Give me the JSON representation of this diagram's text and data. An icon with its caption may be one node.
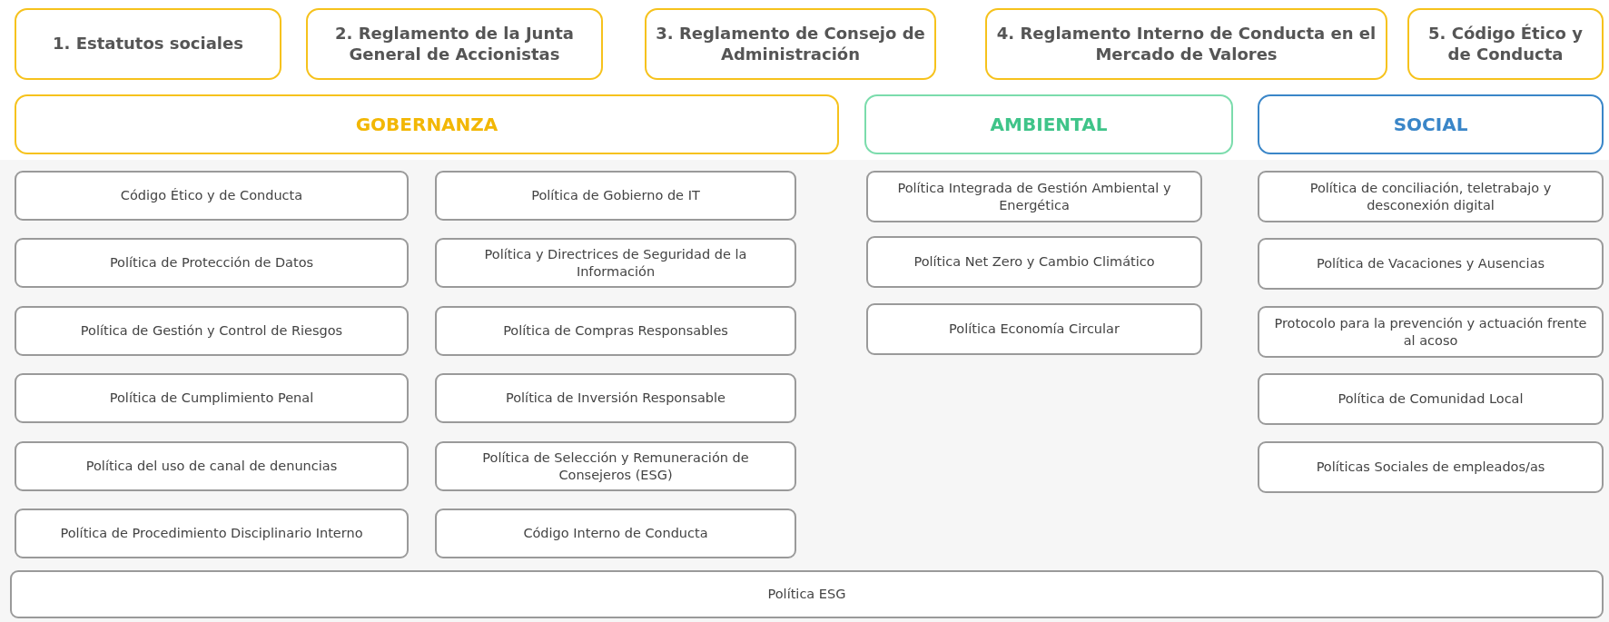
{
  "diagram": {
    "nodes": [
      {
        "text": [
          "1.  Estatutos sociales"
        ]
      },
      {
        "text": [
          "2. Reglamento de la Junta General de Accionistas"
        ]
      },
      {
        "text": [
          "3. Reglamento de Consejo de Administración"
        ]
      },
      {
        "text": [
          "4. Reglamento Interno de Conducta en el Mercado de Valores"
        ]
      },
      {
        "text": [
          "5. Código Ético y de Conducta"
        ]
      },
      {
        "text": [
          "GOBERNANZA"
        ]
      },
      {
        "text": [
          "AMBIENTAL"
        ]
      },
      {
        "text": [
          "SOCIAL"
        ]
      },
      {
        "text": [
          "Código Ético y de Conducta"
        ]
      },
      {
        "text": [
          "Política de Gobierno de IT"
        ]
      },
      {
        "text": [
          "Política de Protección de Datos"
        ]
      },
      {
        "text": [
          "Política y Directrices de Seguridad de la Información"
        ]
      },
      {
        "text": [
          "Política de Gestión y Control de Riesgos"
        ]
      },
      {
        "text": [
          "Política de Compras Responsables"
        ]
      },
      {
        "text": [
          "Política de Cumplimiento Penal"
        ]
      },
      {
        "text": [
          "Política de Inversión Responsable"
        ]
      },
      {
        "text": [
          "Política del uso de canal de denuncias"
        ]
      },
      {
        "text": [
          "Política de Selección y Remuneración de Consejeros (ESG)"
        ]
      },
      {
        "text": [
          "Política de Procedimiento Disciplinario Interno"
        ]
      },
      {
        "text": [
          "Código Interno de Conducta"
        ]
      },
      {
        "text": [
          "Política Integrada de Gestión Ambiental y Energética"
        ]
      },
      {
        "text": [
          "Política Net Zero y Cambio Climático"
        ]
      },
      {
        "text": [
          "Política Economía Circular"
        ]
      },
      {
        "text": [
          "Política de conciliación, teletrabajo y desconexión digital"
        ]
      },
      {
        "text": [
          "Política de Vacaciones y Ausencias"
        ]
      },
      {
        "text": [
          "Protocolo para la prevención y actuación frente al acoso"
        ]
      },
      {
        "text": [
          "Política de Comunidad Local"
        ]
      },
      {
        "text": [
          "Políticas Sociales de empleados/as"
        ]
      },
      {
        "text": [
          "Política ESG"
        ]
      }
    ]
  }
}
